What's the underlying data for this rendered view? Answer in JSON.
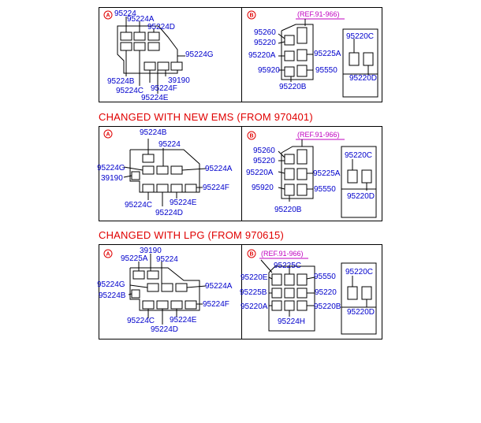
{
  "headings": {
    "new_ems": "CHANGED WITH NEW EMS (FROM 970401)",
    "lpg": "CHANGED WITH LPG (FROM 970615)"
  },
  "markers": {
    "a": "A",
    "b": "B"
  },
  "colors": {
    "label": "#0000cc",
    "heading": "#e00000",
    "ref": "#c000c0"
  },
  "panel1": {
    "a": {
      "l1": "95224",
      "l2": "95224A",
      "l3": "95224D",
      "l4": "95224G",
      "l5": "95224B",
      "l6": "39190",
      "l7": "95224C",
      "l8": "95224F",
      "l9": "95224E"
    },
    "b": {
      "ref": "(REF.91-966)",
      "l1": "95260",
      "l2": "95220",
      "l3": "95220A",
      "l4": "95225A",
      "l5": "95920",
      "l6": "95550",
      "l7": "95220B",
      "l8": "95220C",
      "l9": "95220D"
    }
  },
  "panel2": {
    "a": {
      "l1": "95224B",
      "l2": "95224",
      "l3": "95224G",
      "l4": "95224A",
      "l5": "39190",
      "l6": "95224F",
      "l7": "95224C",
      "l8": "95224E",
      "l9": "95224D"
    },
    "b": {
      "ref": "(REF.91-966)",
      "l1": "95260",
      "l2": "95220",
      "l3": "95220A",
      "l4": "95225A",
      "l5": "95920",
      "l6": "95550",
      "l7": "95220B",
      "l8": "95220C",
      "l9": "95220D"
    }
  },
  "panel3": {
    "a": {
      "l1": "39190",
      "l2": "95225A",
      "l3": "95224",
      "l4": "95224G",
      "l5": "95224A",
      "l6": "95224B",
      "l7": "95224F",
      "l8": "95224C",
      "l9": "95224E",
      "l10": "95224D"
    },
    "b": {
      "ref": "(REF.91-966)",
      "l1": "95225C",
      "l2": "95220E",
      "l3": "95550",
      "l4": "95225B",
      "l5": "95220",
      "l6": "95220A",
      "l7": "95220B",
      "l8": "95224H",
      "l9": "95220C",
      "l10": "95220D"
    }
  }
}
